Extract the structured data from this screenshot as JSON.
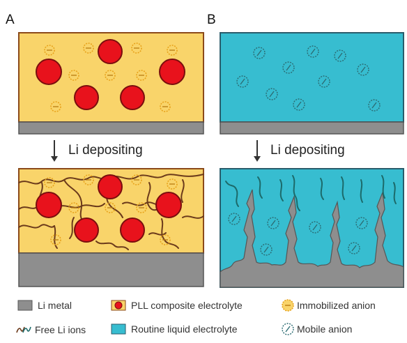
{
  "panels": [
    {
      "label": "A",
      "step_label": "Li depositing"
    },
    {
      "label": "B",
      "step_label": "Li depositing"
    }
  ],
  "legend": {
    "li_metal": "Li metal",
    "pll_composite": "PLL composite electrolyte",
    "immobilized_anion": "Immobilized anion",
    "free_li_ions": "Free Li ions",
    "routine_liquid": "Routine liquid electrolyte",
    "mobile_anion": "Mobile anion"
  },
  "colors": {
    "pll_background": "#F9D46A",
    "pll_border": "#8B4A1A",
    "particle_fill": "#E8121C",
    "particle_edge": "#7A0E0E",
    "li_metal": "#8E8E8E",
    "liquid": "#37BDD0",
    "liquid_border": "#2A5C6B",
    "li_chain_brown": "#6B3A1B",
    "li_chain_teal": "#1C6A6A",
    "immobilized_dot": "#E7A21B",
    "mobile_anion_line": "#2B6B72"
  },
  "icons": [
    "down-arrow-icon",
    "down-arrow-icon"
  ]
}
